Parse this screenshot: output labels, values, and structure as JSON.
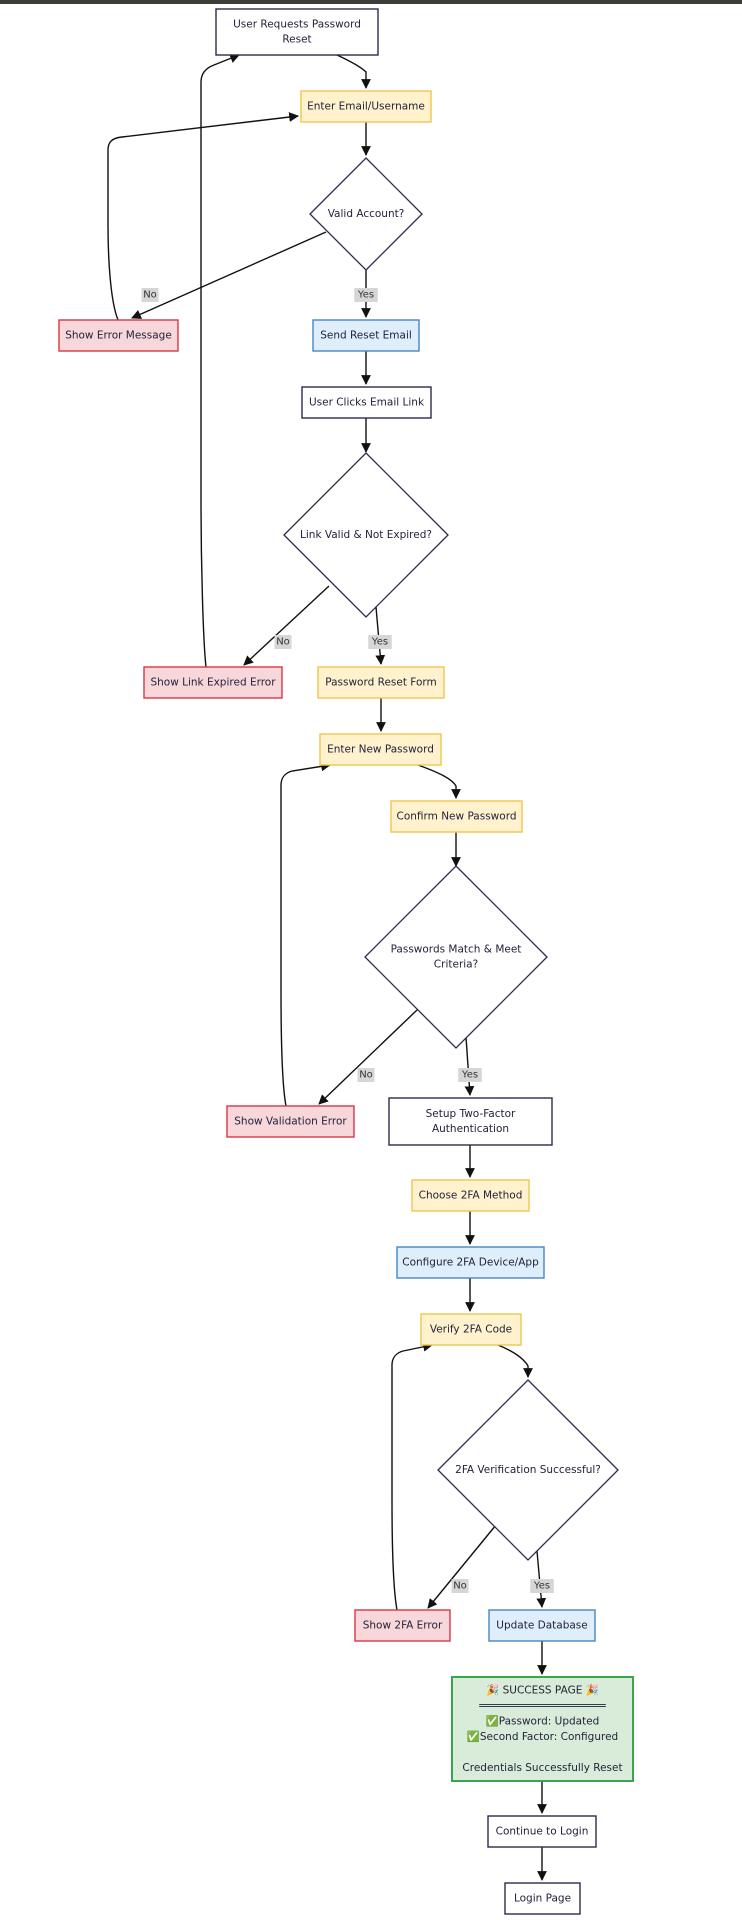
{
  "nodes": {
    "request": {
      "lines": [
        "User Requests Password",
        "Reset"
      ],
      "shape": "rect",
      "style": "default"
    },
    "enter_email": {
      "lines": [
        "Enter Email/Username"
      ],
      "shape": "rect",
      "style": "yellow"
    },
    "valid_account": {
      "lines": [
        "Valid Account?"
      ],
      "shape": "diamond",
      "style": "default"
    },
    "show_error": {
      "lines": [
        "Show Error Message"
      ],
      "shape": "rect",
      "style": "red"
    },
    "send_email": {
      "lines": [
        "Send Reset Email"
      ],
      "shape": "rect",
      "style": "blue"
    },
    "clicks_link": {
      "lines": [
        "User Clicks Email Link"
      ],
      "shape": "rect",
      "style": "default"
    },
    "link_valid": {
      "lines": [
        "Link Valid & Not Expired?"
      ],
      "shape": "diamond",
      "style": "default"
    },
    "link_expired": {
      "lines": [
        "Show Link Expired Error"
      ],
      "shape": "rect",
      "style": "red"
    },
    "reset_form": {
      "lines": [
        "Password Reset Form"
      ],
      "shape": "rect",
      "style": "yellow"
    },
    "enter_password": {
      "lines": [
        "Enter New Password"
      ],
      "shape": "rect",
      "style": "yellow"
    },
    "confirm_password": {
      "lines": [
        "Confirm New Password"
      ],
      "shape": "rect",
      "style": "yellow"
    },
    "passwords_match": {
      "lines": [
        "Passwords Match & Meet",
        "Criteria?"
      ],
      "shape": "diamond",
      "style": "default"
    },
    "validation_error": {
      "lines": [
        "Show Validation Error"
      ],
      "shape": "rect",
      "style": "red"
    },
    "setup_2fa": {
      "lines": [
        "Setup Two-Factor",
        "Authentication"
      ],
      "shape": "rect",
      "style": "default"
    },
    "choose_2fa": {
      "lines": [
        "Choose 2FA Method"
      ],
      "shape": "rect",
      "style": "yellow"
    },
    "configure_2fa": {
      "lines": [
        "Configure 2FA Device/App"
      ],
      "shape": "rect",
      "style": "blue"
    },
    "verify_code": {
      "lines": [
        "Verify 2FA Code"
      ],
      "shape": "rect",
      "style": "yellow"
    },
    "verification_ok": {
      "lines": [
        "2FA Verification Successful?"
      ],
      "shape": "diamond",
      "style": "default"
    },
    "error_2fa": {
      "lines": [
        "Show 2FA Error"
      ],
      "shape": "rect",
      "style": "red"
    },
    "update_db": {
      "lines": [
        "Update Database"
      ],
      "shape": "rect",
      "style": "blue"
    },
    "success": {
      "lines": [
        "🎉 SUCCESS PAGE 🎉",
        "════════════════════",
        "✅Password: Updated",
        "✅Second Factor: Configured",
        "",
        "Credentials Successfully Reset"
      ],
      "shape": "rect",
      "style": "green"
    },
    "continue_login": {
      "lines": [
        "Continue to Login"
      ],
      "shape": "rect",
      "style": "default"
    },
    "login_page": {
      "lines": [
        "Login Page"
      ],
      "shape": "rect",
      "style": "default"
    }
  },
  "edge_labels": {
    "no": "No",
    "yes": "Yes"
  },
  "colors": {
    "default_fill": "#ffffff",
    "default_stroke": "#2b2b4a",
    "yellow_fill": "#fff2cc",
    "yellow_stroke": "#f0c64e",
    "red_fill": "#f8d7da",
    "red_stroke": "#dc3545",
    "blue_fill": "#dfeefb",
    "blue_stroke": "#4a86c5",
    "green_fill": "#d9ecd9",
    "green_stroke": "#3aa64b",
    "edge": "#111111"
  }
}
